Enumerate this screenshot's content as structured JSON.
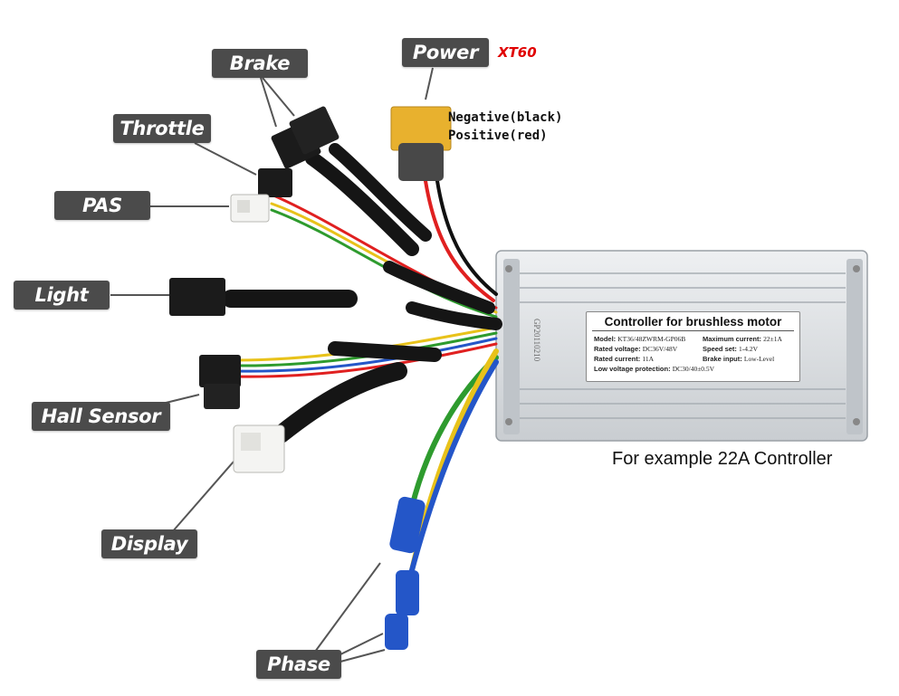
{
  "labels": {
    "brake": "Brake",
    "throttle": "Throttle",
    "pas": "PAS",
    "light": "Light",
    "hall_sensor": "Hall Sensor",
    "display": "Display",
    "phase": "Phase",
    "power": "Power"
  },
  "power_connector": "XT60",
  "power_wires": {
    "negative": "Negative(black)",
    "positive": "Positive(red)"
  },
  "controller_plate": {
    "title": "Controller for brushless motor",
    "model_label": "Model:",
    "model_value": "KT36/48ZWRM-GP06B",
    "rated_voltage_label": "Rated voltage:",
    "rated_voltage_value": "DC36V/48V",
    "rated_current_label": "Rated current:",
    "rated_current_value": "11A",
    "low_voltage_label": "Low voltage protection:",
    "low_voltage_value": "DC30/40±0.5V",
    "max_current_label": "Maximum current:",
    "max_current_value": "22±1A",
    "speed_set_label": "Speed set:",
    "speed_set_value": "1-4.2V",
    "brake_input_label": "Brake input:",
    "brake_input_value": "Low-Level",
    "side_print": "GP20110210"
  },
  "caption": "For example 22A Controller",
  "colors": {
    "tag_bg": "#4b4b4b",
    "xt60_text": "#e00000",
    "connector_yellow": "#e8b12e",
    "sleeve_black": "#151515",
    "terminal_blue": "#2456c8",
    "housing_silver": "#d9dcdf"
  }
}
